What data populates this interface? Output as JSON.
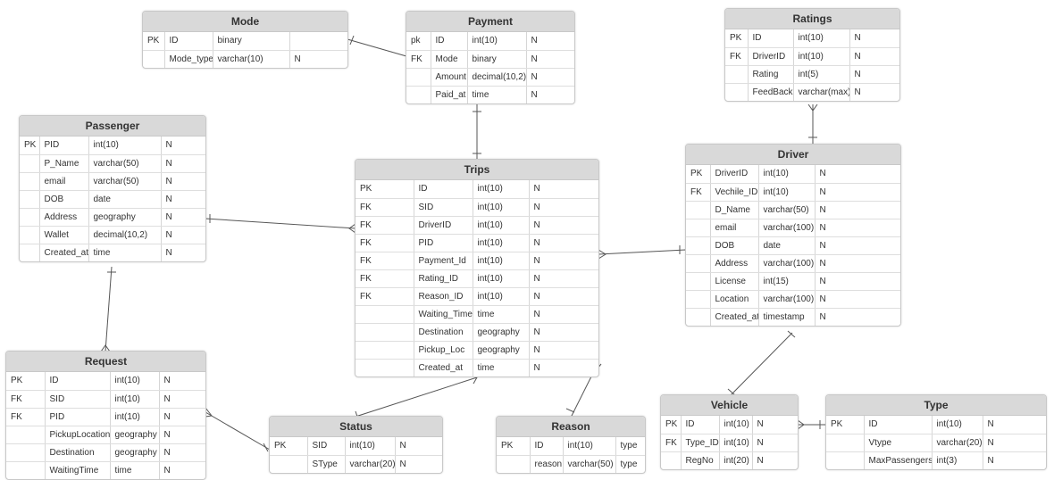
{
  "entities": [
    {
      "name": "Mode",
      "rows": [
        [
          "PK",
          "ID",
          "binary",
          ""
        ],
        [
          "",
          "Mode_type",
          "varchar(10)",
          "N"
        ]
      ]
    },
    {
      "name": "Payment",
      "rows": [
        [
          "pk",
          "ID",
          "int(10)",
          "N"
        ],
        [
          "FK",
          "Mode",
          "binary",
          "N"
        ],
        [
          "",
          "Amount",
          "decimal(10,2)",
          "N"
        ],
        [
          "",
          "Paid_at",
          "time",
          "N"
        ]
      ]
    },
    {
      "name": "Ratings",
      "rows": [
        [
          "PK",
          "ID",
          "int(10)",
          "N"
        ],
        [
          "FK",
          "DriverID",
          "int(10)",
          "N"
        ],
        [
          "",
          "Rating",
          "int(5)",
          "N"
        ],
        [
          "",
          "FeedBack",
          "varchar(max)",
          "N"
        ]
      ]
    },
    {
      "name": "Passenger",
      "rows": [
        [
          "PK",
          "PID",
          "int(10)",
          "N"
        ],
        [
          "",
          "P_Name",
          "varchar(50)",
          "N"
        ],
        [
          "",
          "email",
          "varchar(50)",
          "N"
        ],
        [
          "",
          "DOB",
          "date",
          "N"
        ],
        [
          "",
          "Address",
          "geography",
          "N"
        ],
        [
          "",
          "Wallet",
          "decimal(10,2)",
          "N"
        ],
        [
          "",
          "Created_at",
          "time",
          "N"
        ]
      ]
    },
    {
      "name": "Trips",
      "rows": [
        [
          "PK",
          "ID",
          "int(10)",
          "N"
        ],
        [
          "FK",
          "SID",
          "int(10)",
          "N"
        ],
        [
          "FK",
          "DriverID",
          "int(10)",
          "N"
        ],
        [
          "FK",
          "PID",
          "int(10)",
          "N"
        ],
        [
          "FK",
          "Payment_Id",
          "int(10)",
          "N"
        ],
        [
          "FK",
          "Rating_ID",
          "int(10)",
          "N"
        ],
        [
          "FK",
          "Reason_ID",
          "int(10)",
          "N"
        ],
        [
          "",
          "Waiting_Time",
          "time",
          "N"
        ],
        [
          "",
          "Destination",
          "geography",
          "N"
        ],
        [
          "",
          "Pickup_Loc",
          "geography",
          "N"
        ],
        [
          "",
          "Created_at",
          "time",
          "N"
        ]
      ]
    },
    {
      "name": "Driver",
      "rows": [
        [
          "PK",
          "DriverID",
          "int(10)",
          "N"
        ],
        [
          "FK",
          "Vechile_ID",
          "int(10)",
          "N"
        ],
        [
          "",
          "D_Name",
          "varchar(50)",
          "N"
        ],
        [
          "",
          "email",
          "varchar(100)",
          "N"
        ],
        [
          "",
          "DOB",
          "date",
          "N"
        ],
        [
          "",
          "Address",
          "varchar(100)",
          "N"
        ],
        [
          "",
          "License",
          "int(15)",
          "N"
        ],
        [
          "",
          "Location",
          "varchar(100)",
          "N"
        ],
        [
          "",
          "Created_at",
          "timestamp",
          "N"
        ]
      ]
    },
    {
      "name": "Request",
      "rows": [
        [
          "PK",
          "ID",
          "int(10)",
          "N"
        ],
        [
          "FK",
          "SID",
          "int(10)",
          "N"
        ],
        [
          "FK",
          "PID",
          "int(10)",
          "N"
        ],
        [
          "",
          "PickupLocation",
          "geography",
          "N"
        ],
        [
          "",
          "Destination",
          "geography",
          "N"
        ],
        [
          "",
          "WaitingTime",
          "time",
          "N"
        ]
      ]
    },
    {
      "name": "Status",
      "rows": [
        [
          "PK",
          "SID",
          "int(10)",
          "N"
        ],
        [
          "",
          "SType",
          "varchar(20)",
          "N"
        ]
      ]
    },
    {
      "name": "Reason",
      "rows": [
        [
          "PK",
          "ID",
          "int(10)",
          "type"
        ],
        [
          "",
          "reason",
          "varchar(50)",
          "type"
        ]
      ]
    },
    {
      "name": "Vehicle",
      "rows": [
        [
          "PK",
          "ID",
          "int(10)",
          "N"
        ],
        [
          "FK",
          "Type_ID",
          "int(10)",
          "N"
        ],
        [
          "",
          "RegNo",
          "int(20)",
          "N"
        ]
      ]
    },
    {
      "name": "Type",
      "rows": [
        [
          "PK",
          "ID",
          "int(10)",
          "N"
        ],
        [
          "",
          "Vtype",
          "varchar(20)",
          "N"
        ],
        [
          "",
          "MaxPassengers",
          "int(3)",
          "N"
        ]
      ]
    }
  ]
}
